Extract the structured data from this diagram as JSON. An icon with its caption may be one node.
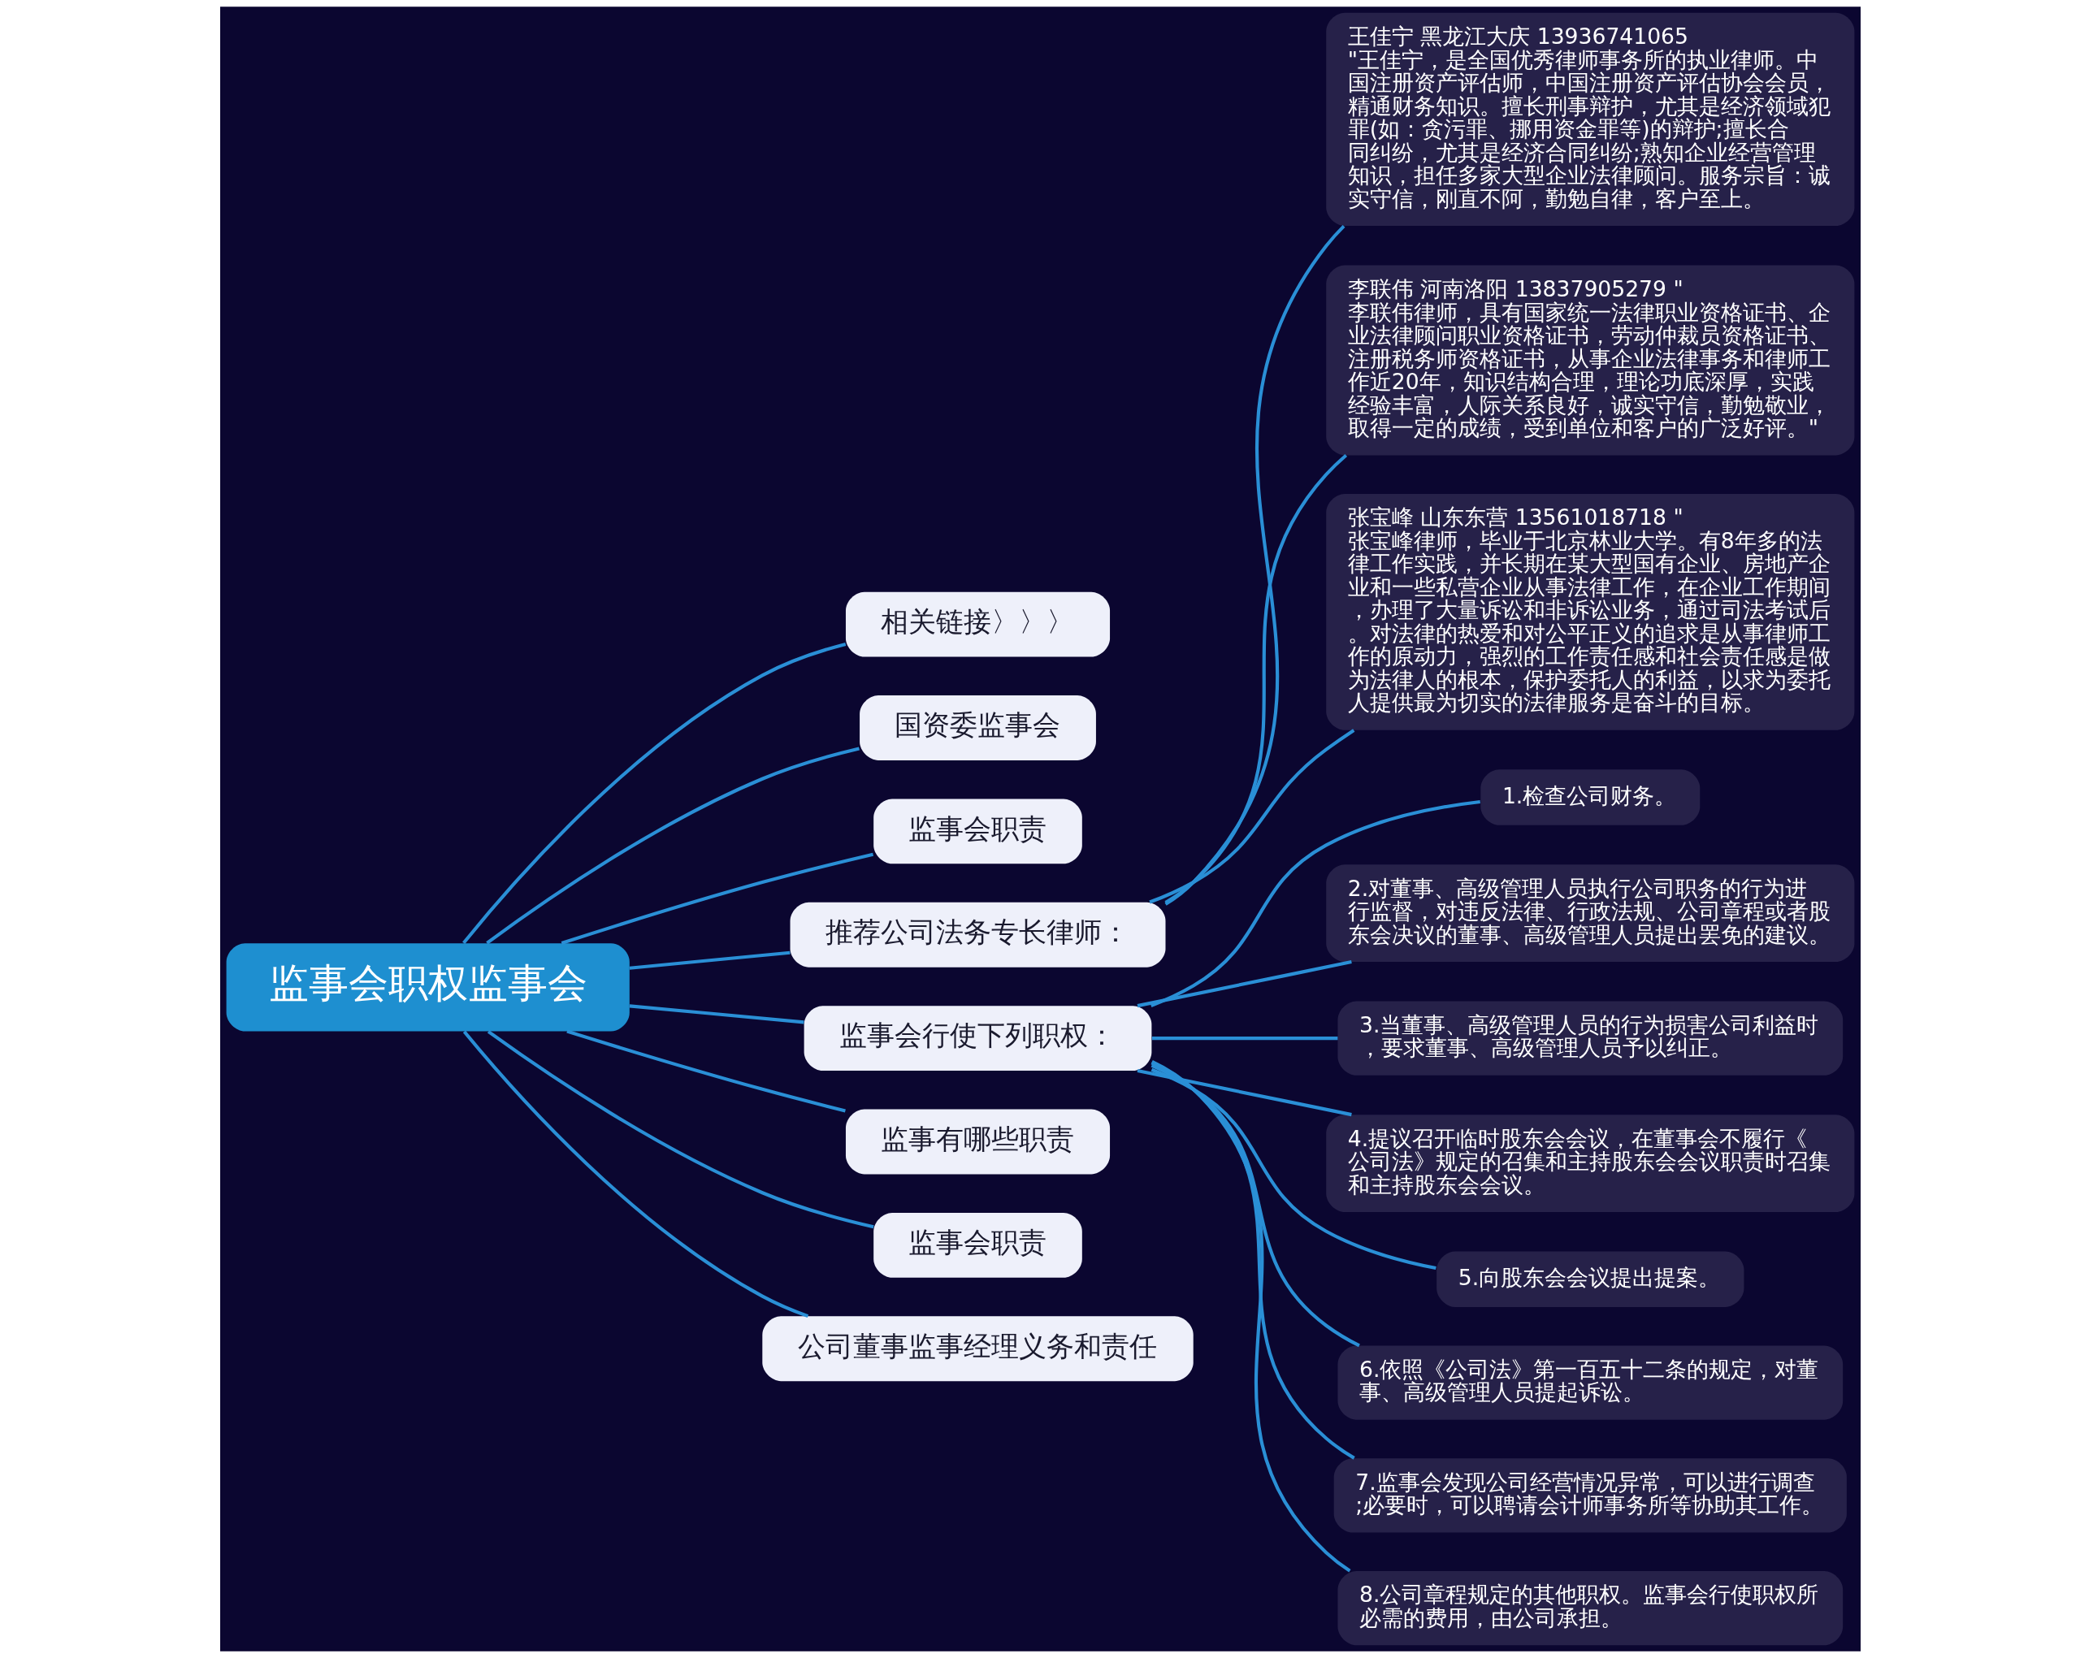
{
  "diagram": {
    "nodes": [
      {
        "text": [
          "监事会职权监事会"
        ]
      },
      {
        "text": [
          "相关链接〉〉〉"
        ]
      },
      {
        "text": [
          "国资委监事会"
        ]
      },
      {
        "text": [
          "监事会职责"
        ]
      },
      {
        "text": [
          "推荐公司法务专长律师："
        ]
      },
      {
        "text": [
          "王佳宁 黑龙江大庆 13936741065 \"王佳宁，是全国优秀律师事务所的执业律师。中国注册资产评估师，中国注册资产评估协会会员，精通财务知识。擅长刑事辩护，尤其是经济领域犯罪(如：贪污罪、挪用资金罪等)的辩护;擅长合同纠纷，尤其是经济合同纠纷;熟知企业经营管理知识，担任多家大型企业法律顾问。服务宗旨：诚实守信，刚直不阿，勤勉自律，客户至上。"
        ]
      },
      {
        "text": [
          "李联伟 河南洛阳 13837905279 \"李联伟律师，具有国家统一法律职业资格证书、企业法律顾问职业资格证书，劳动仲裁员资格证书、注册税务师资格证书，从事企业法律事务和律师工作近20年，知识结构合理，理论功底深厚，实践经验丰富，人际关系良好，诚实守信，勤勉敬业，取得一定的成绩，受到单位和客户的广泛好评。\""
        ]
      },
      {
        "text": [
          "张宝峰 山东东营 13561018718 \"张宝峰律师，毕业于北京林业大学。有8年多的法律工作实践，并长期在某大型国有企业、房地产企业和一些私营企业从事法律工作，在企业工作期间，办理了大量诉讼和非诉讼业务，通过司法考试后。对法律的热爱和对公平正义的追求是从事律师工作的原动力，强烈的工作责任感和社会责任感是做为法律人的根本，保护委托人的利益，以求为委托人提供最为切实的法律服务是奋斗的目标。"
        ]
      },
      {
        "text": [
          "监事会行使下列职权："
        ]
      },
      {
        "text": [
          "1.检查公司财务。"
        ]
      },
      {
        "text": [
          "2.对董事、高级管理人员执行公司职务的行为进行监督，对违反法律、行政法规、公司章程或者股东会决议的董事、高级管理人员提出罢免的建议。"
        ]
      },
      {
        "text": [
          "3.当董事、高级管理人员的行为损害公司利益时，要求董事、高级管理人员予以纠正。"
        ]
      },
      {
        "text": [
          "4.提议召开临时股东会会议，在董事会不履行《公司法》规定的召集和主持股东会会议职责时召集和主持股东会会议。"
        ]
      },
      {
        "text": [
          "5.向股东会会议提出提案。"
        ]
      },
      {
        "text": [
          "6.依照《公司法》第一百五十二条的规定，对董事、高级管理人员提起诉讼。"
        ]
      },
      {
        "text": [
          "7.监事会发现公司经营情况异常，可以进行调查;必要时，可以聘请会计师事务所等协助其工作。"
        ]
      },
      {
        "text": [
          "8.公司章程规定的其他职权。监事会行使职权所必需的费用，由公司承担。"
        ]
      },
      {
        "text": [
          "监事有哪些职责"
        ]
      },
      {
        "text": [
          "监事会职责"
        ]
      },
      {
        "text": [
          "公司董事监事经理义务和责任"
        ]
      }
    ],
    "edges": [
      {
        "from": 0,
        "to": 1,
        "arrow": "none"
      },
      {
        "from": 0,
        "to": 2,
        "arrow": "none"
      },
      {
        "from": 0,
        "to": 3,
        "arrow": "none"
      },
      {
        "from": 0,
        "to": 4,
        "arrow": "none"
      },
      {
        "from": 4,
        "to": 5,
        "arrow": "none"
      },
      {
        "from": 4,
        "to": 6,
        "arrow": "none"
      },
      {
        "from": 4,
        "to": 7,
        "arrow": "none"
      },
      {
        "from": 0,
        "to": 8,
        "arrow": "none"
      },
      {
        "from": 8,
        "to": 9,
        "arrow": "none"
      },
      {
        "from": 8,
        "to": 10,
        "arrow": "none"
      },
      {
        "from": 8,
        "to": 11,
        "arrow": "none"
      },
      {
        "from": 8,
        "to": 12,
        "arrow": "none"
      },
      {
        "from": 8,
        "to": 13,
        "arrow": "none"
      },
      {
        "from": 8,
        "to": 14,
        "arrow": "none"
      },
      {
        "from": 8,
        "to": 15,
        "arrow": "none"
      },
      {
        "from": 8,
        "to": 16,
        "arrow": "none"
      },
      {
        "from": 0,
        "to": 17,
        "arrow": "none"
      },
      {
        "from": 0,
        "to": 18,
        "arrow": "none"
      },
      {
        "from": 0,
        "to": 19,
        "arrow": "none"
      }
    ]
  }
}
